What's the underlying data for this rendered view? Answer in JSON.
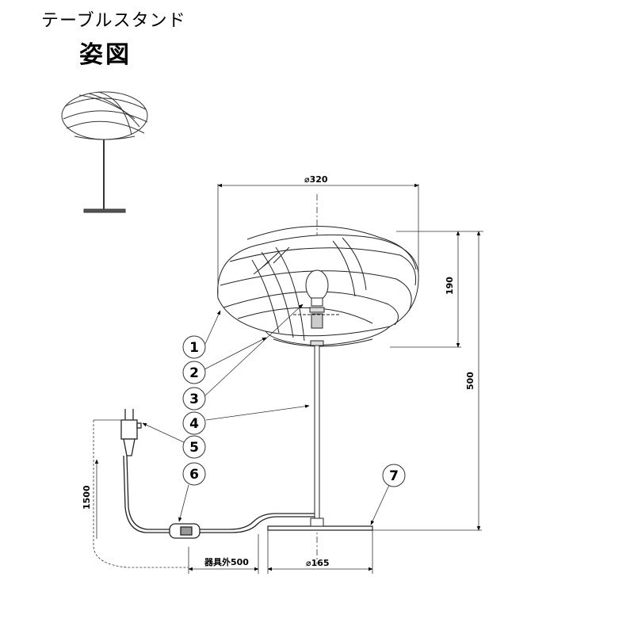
{
  "title": "テーブルスタンド",
  "subtitle": "姿図",
  "dimensions": {
    "shade_diameter": "⌀320",
    "shade_height": "190",
    "total_height": "500",
    "cord_length": "1500",
    "base_diameter": "⌀165",
    "cord_offset": "器具外500"
  },
  "callouts": [
    {
      "label": "1"
    },
    {
      "label": "2"
    },
    {
      "label": "3"
    },
    {
      "label": "4"
    },
    {
      "label": "5"
    },
    {
      "label": "6"
    },
    {
      "label": "7"
    }
  ]
}
